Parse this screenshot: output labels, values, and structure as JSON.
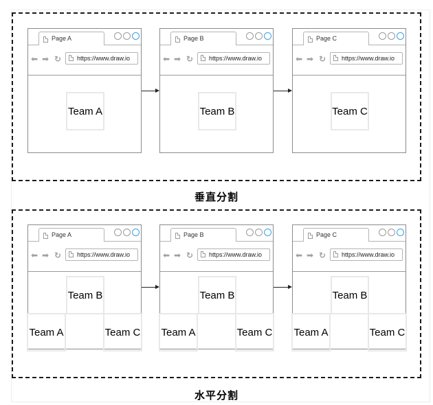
{
  "vertical": {
    "caption": "垂直分割",
    "pages": [
      {
        "tab": "Page A",
        "url": "https://www.draw.io",
        "teams": [
          "Team A"
        ]
      },
      {
        "tab": "Page B",
        "url": "https://www.draw.io",
        "teams": [
          "Team B"
        ]
      },
      {
        "tab": "Page C",
        "url": "https://www.draw.io",
        "teams": [
          "Team C"
        ]
      }
    ]
  },
  "horizontal": {
    "caption": "水平分割",
    "pages": [
      {
        "tab": "Page A",
        "url": "https://www.draw.io",
        "teams": [
          "Team B",
          "Team A",
          "Team C"
        ]
      },
      {
        "tab": "Page B",
        "url": "https://www.draw.io",
        "teams": [
          "Team B",
          "Team A",
          "Team C"
        ]
      },
      {
        "tab": "Page C",
        "url": "https://www.draw.io",
        "teams": [
          "Team B",
          "Team A",
          "Team C"
        ]
      }
    ]
  },
  "icons": {
    "back": "arrow-left-icon",
    "forward": "arrow-right-icon",
    "reload": "reload-icon",
    "page": "page-icon",
    "window_buttons": [
      "window-button-icon",
      "window-button-icon",
      "window-button-icon"
    ]
  },
  "colors": {
    "window_button_active": "#38a0e6",
    "browser_border": "#8a8a8a",
    "team_box_border": "#e8e8e8",
    "group_border": "#1a1a1a"
  }
}
